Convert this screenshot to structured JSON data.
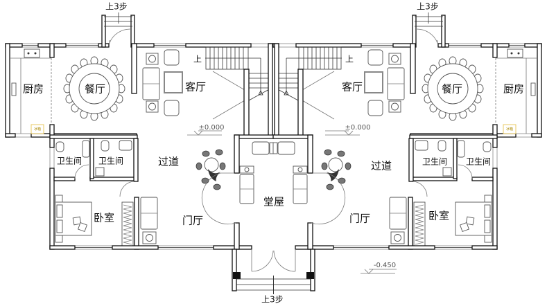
{
  "plan": {
    "steps_top_left": "上3步",
    "steps_top_right": "上3步",
    "steps_bottom": "上3步",
    "left_unit": {
      "kitchen": "厨房",
      "dining": "餐厅",
      "living": "客厅",
      "stair_up": "上",
      "level": "±0.000",
      "corridor": "过道",
      "bathroom_1": "卫生间",
      "bathroom_2": "卫生间",
      "bedroom": "卧室",
      "foyer": "门厅",
      "fridge": "冰箱"
    },
    "right_unit": {
      "kitchen": "厨房",
      "dining": "餐厅",
      "living": "客厅",
      "stair_up": "上",
      "level": "±0.000",
      "corridor": "过道",
      "bathroom_1": "卫生间",
      "bathroom_2": "卫生间",
      "bedroom": "卧室",
      "foyer": "门厅",
      "fridge": "冰箱"
    },
    "main_hall": "堂屋",
    "outdoor_level": "-0.450"
  },
  "colors": {
    "wall": "#111111",
    "fridge_box": "#e8c860"
  }
}
